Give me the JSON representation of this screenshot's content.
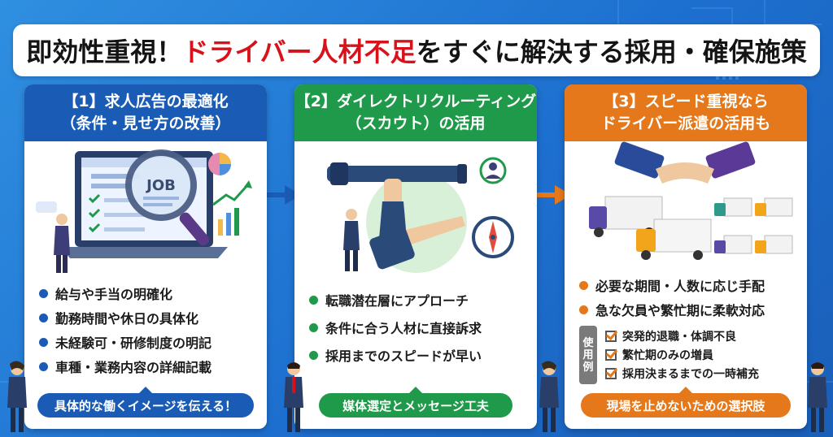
{
  "title": {
    "part1": "即効性重視！",
    "part2": "ドライバー人材不足",
    "part3": "をすぐに解決する採用・確保施策"
  },
  "colors": {
    "card1": "#1a5cb5",
    "card2": "#1f9a4a",
    "card3": "#e5781a",
    "title_accent": "#d8121a"
  },
  "cards": [
    {
      "heading_line1": "【1】求人広告の最適化",
      "heading_line2": "（条件・見せ方の改善）",
      "illustration": "job-ad-laptop-magnifier",
      "illustration_label": "JOB",
      "bullets": [
        "給与や手当の明確化",
        "勤務時間や休日の具体化",
        "未経験可・研修制度の明記",
        "車種・業務内容の詳細記載"
      ],
      "summary": "具体的な働くイメージを伝える！"
    },
    {
      "heading_line1": "【2】ダイレクトリクルーティング",
      "heading_line2": "（スカウト）の活用",
      "illustration": "telescope-pointing-hand-compass",
      "bullets": [
        "転職潜在層にアプローチ",
        "条件に合う人材に直接訴求",
        "採用までのスピードが早い"
      ],
      "summary": "媒体選定とメッセージ工夫"
    },
    {
      "heading_line1": "【3】スピード重視なら",
      "heading_line2": "ドライバー派遣の活用も",
      "illustration": "handshake-trucks",
      "bullets": [
        "必要な期間・人数に応じ手配",
        "急な欠員や繁忙期に柔軟対応"
      ],
      "example_tag": [
        "使",
        "用",
        "例"
      ],
      "examples": [
        "突発的退職・体調不良",
        "繁忙期のみの増員",
        "採用決まるまでの一時補充"
      ],
      "summary": "現場を止めないための選択肢"
    }
  ]
}
